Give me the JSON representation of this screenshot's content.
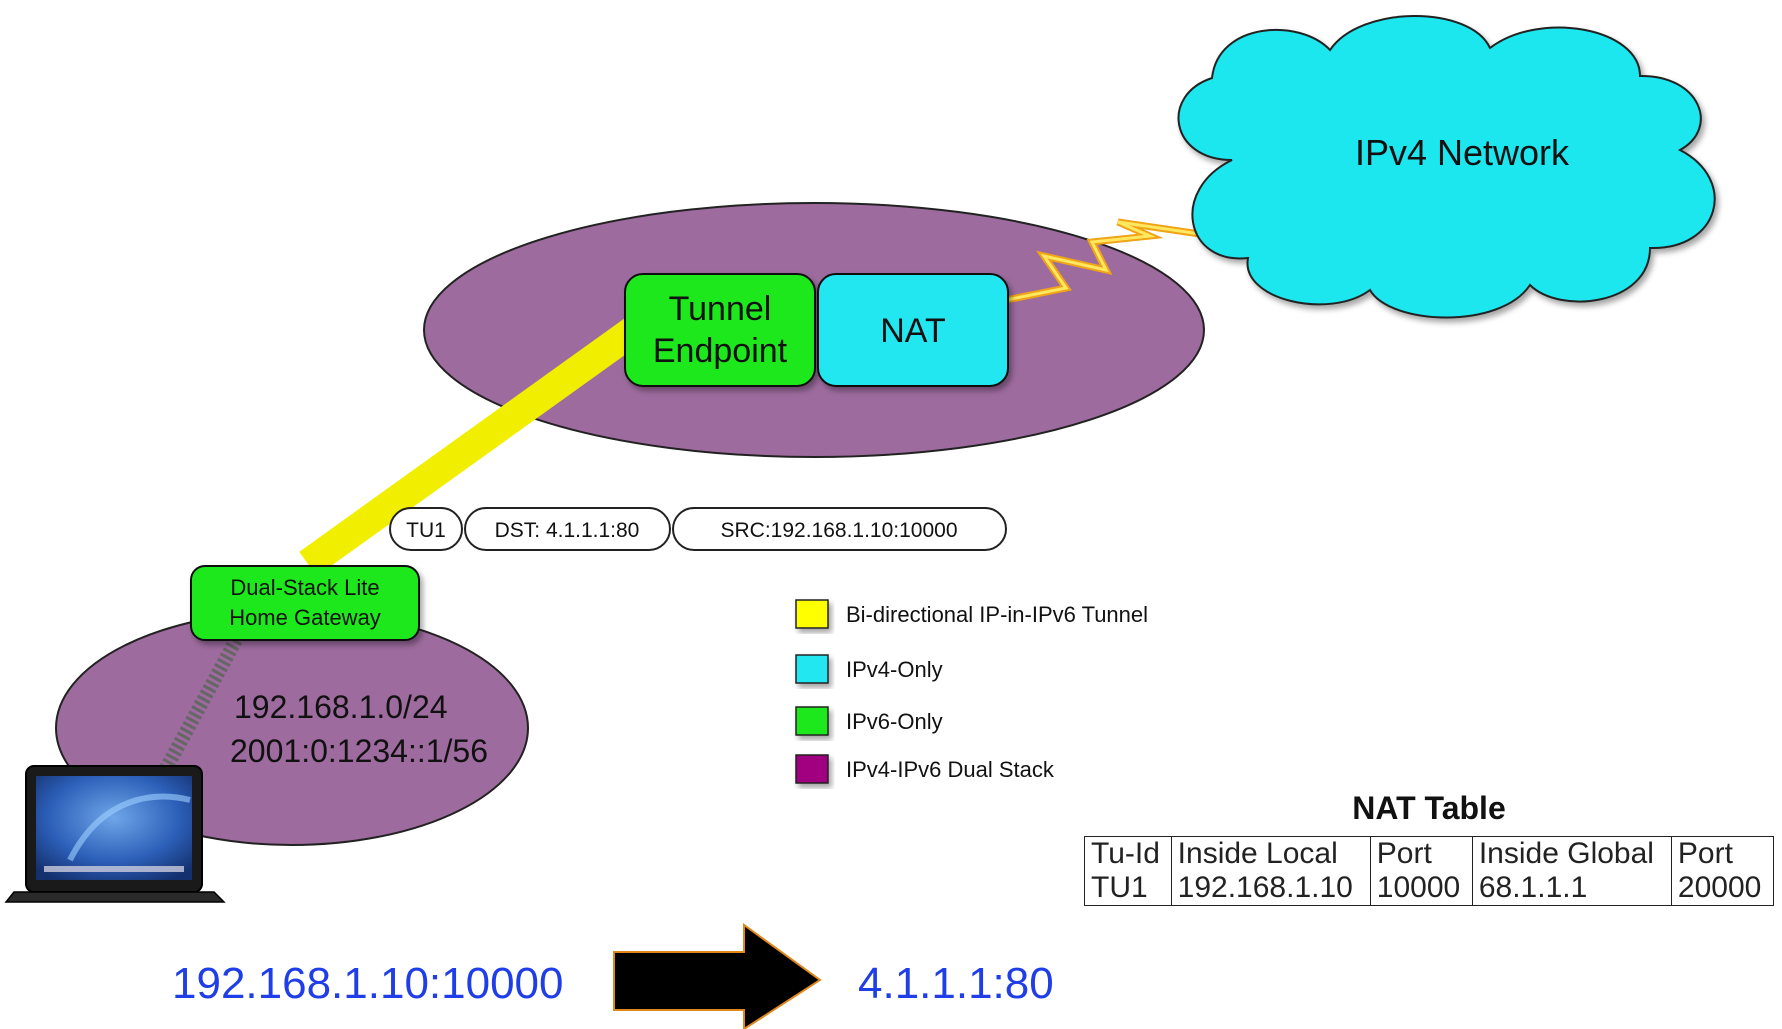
{
  "cloud": {
    "label": "IPv4 Network"
  },
  "tunnel_endpoint": {
    "line1": "Tunnel",
    "line2": "Endpoint"
  },
  "nat_box": {
    "label": "NAT"
  },
  "gateway": {
    "line1": "Dual-Stack Lite",
    "line2": "Home Gateway"
  },
  "home_network": {
    "ipv4_prefix": "192.168.1.0/24",
    "ipv6_prefix": "2001:0:1234::1/56"
  },
  "packet": {
    "tunnel_id": "TU1",
    "dst": "DST: 4.1.1.1:80",
    "src": "SRC:192.168.1.10:10000"
  },
  "legend": {
    "items": [
      {
        "label": "Bi-directional IP-in-IPv6 Tunnel",
        "color": "#ffff00"
      },
      {
        "label": "IPv4-Only",
        "color": "#22e6f0"
      },
      {
        "label": "IPv6-Only",
        "color": "#1ee81e"
      },
      {
        "label": "IPv4-IPv6 Dual Stack",
        "color": "#a0007f"
      }
    ]
  },
  "nat_table": {
    "title": "NAT Table",
    "headers": [
      "Tu-Id",
      "Inside Local",
      "Port",
      "Inside Global",
      "Port"
    ],
    "rows": [
      [
        "TU1",
        "192.168.1.10",
        "10000",
        "68.1.1.1",
        "20000"
      ]
    ]
  },
  "flow": {
    "source": "192.168.1.10:10000",
    "destination": "4.1.1.1:80"
  },
  "colors": {
    "dual_stack_fill": "#9d6b9e",
    "ipv4_fill": "#22e6f0",
    "ipv6_fill": "#1ee81e",
    "tunnel": "#ffff00",
    "flow_text": "#1f3ee8"
  }
}
